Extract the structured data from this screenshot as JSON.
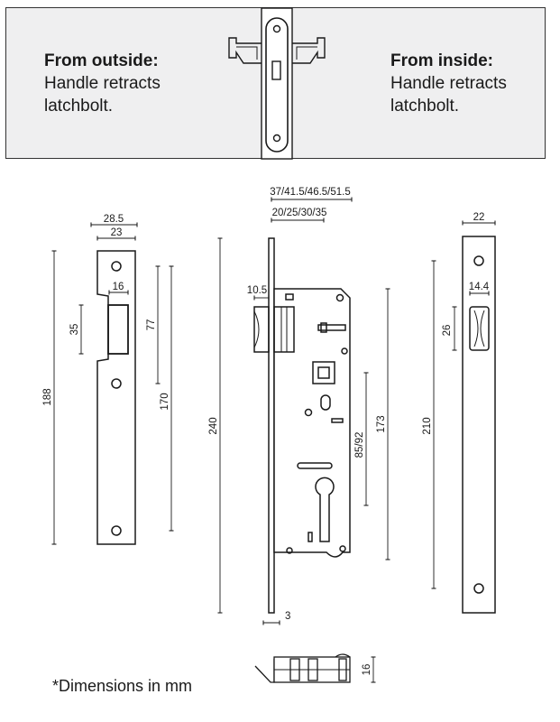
{
  "banner": {
    "outside_heading": "From outside:",
    "outside_line1": "Handle retracts",
    "outside_line2": "latchbolt.",
    "inside_heading": "From inside:",
    "inside_line1": "Handle retracts",
    "inside_line2": "latchbolt."
  },
  "dimensions": {
    "strike_outer_width": "28.5",
    "strike_width": "23",
    "strike_hole_width": "16",
    "strike_hole_height": "35",
    "strike_height": "188",
    "strike_upper": "77",
    "strike_lower": "170",
    "backset_outer": "37/41.5/46.5/51.5",
    "backset_inner": "20/25/30/35",
    "latch_width": "10.5",
    "faceplate_height": "240",
    "case_height": "173",
    "center_distance": "85/92",
    "faceplate_thickness": "3",
    "front_width": "22",
    "front_hole_width": "14.4",
    "front_hole_height": "26",
    "front_height": "210",
    "bottom_depth": "16"
  },
  "footnote": "*Dimensions in mm"
}
